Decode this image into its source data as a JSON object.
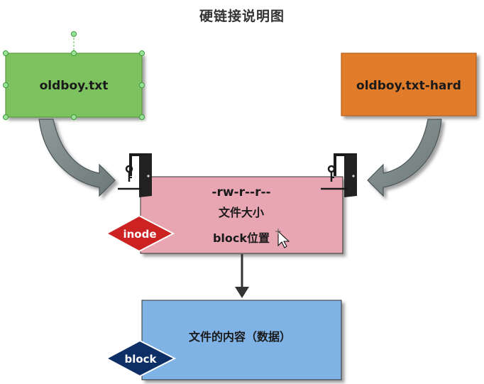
{
  "title": "硬链接说明图",
  "file_left": {
    "label": "oldboy.txt",
    "color": "#7cc25e",
    "border": "#5e9a44"
  },
  "file_right": {
    "label": "oldboy.txt-hard",
    "color": "#e07b2c",
    "border": "#b85f1b"
  },
  "inode_box": {
    "color": "#e8a6b3",
    "line1": "-rw-r--r--",
    "line2": "文件大小",
    "line3": "block位置"
  },
  "inode_tag": {
    "label": "inode",
    "color": "#cc2222"
  },
  "block_box": {
    "color": "#7fb3e6",
    "label": "文件的内容（数据）"
  },
  "block_tag": {
    "label": "block",
    "color": "#0e2f66"
  },
  "icons": [
    "door-key-icon",
    "door-key-icon",
    "curved-arrow-icon",
    "curved-arrow-icon",
    "down-arrow-icon"
  ]
}
